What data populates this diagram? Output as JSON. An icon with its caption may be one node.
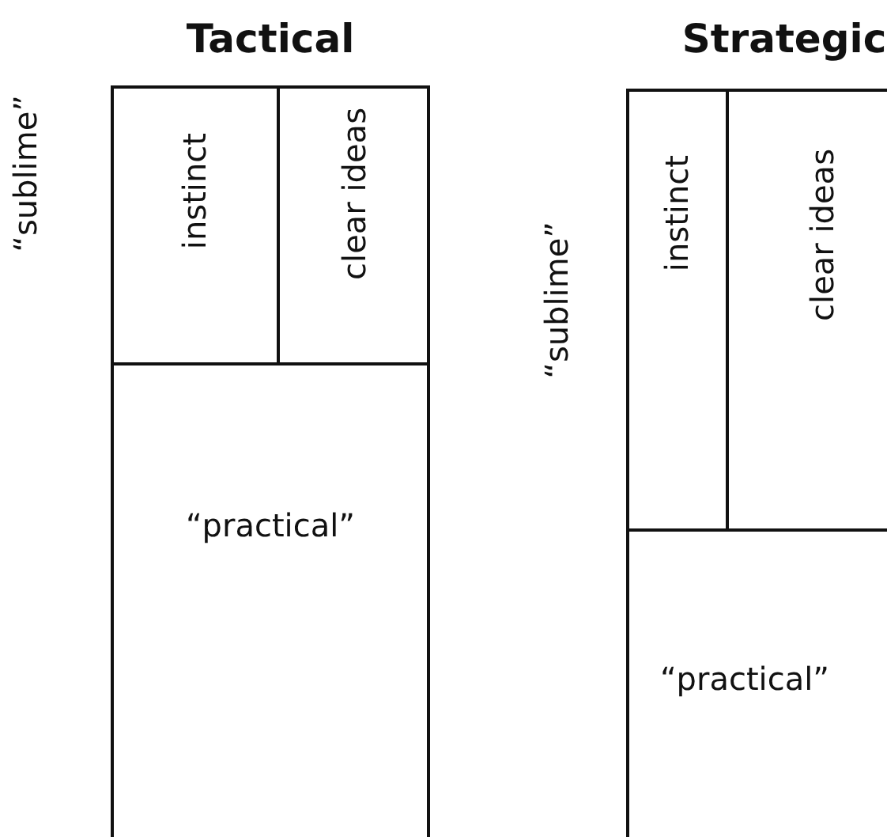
{
  "diagram": {
    "nodes": [
      {
        "text": [
          "Tactical"
        ]
      },
      {
        "text": [
          "instinct"
        ],
        "in": 0
      },
      {
        "text": [
          "clear ideas"
        ],
        "in": 0
      },
      {
        "text": [
          "“practical”"
        ],
        "in": 0
      },
      {
        "text": [
          "Strategic"
        ]
      },
      {
        "text": [
          "instinct"
        ],
        "in": 4
      },
      {
        "text": [
          "clear ideas"
        ],
        "in": 4
      },
      {
        "text": [
          "“practical”"
        ],
        "in": 4
      }
    ],
    "labels": [
      "“sublime”",
      "“sublime”"
    ]
  }
}
